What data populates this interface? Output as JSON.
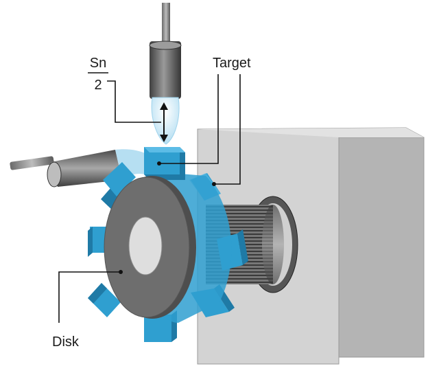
{
  "labels": {
    "sn_numerator": "Sn",
    "sn_denominator": "2",
    "target": "Target",
    "disk": "Disk"
  },
  "colors": {
    "tooth": "#2f9fd0",
    "tooth_light": "#5cbce6",
    "tooth_dark": "#1f7aa6",
    "disk": "#6e6e6e",
    "hub": "#e6e6e6",
    "housing": "#c8c8c8",
    "sensor_field": "#bfe3f4",
    "sensor_body": "#5a5a5a"
  },
  "icons": {
    "sensor": "proximity-sensor-icon",
    "measure_arrow": "double-arrow-icon"
  }
}
